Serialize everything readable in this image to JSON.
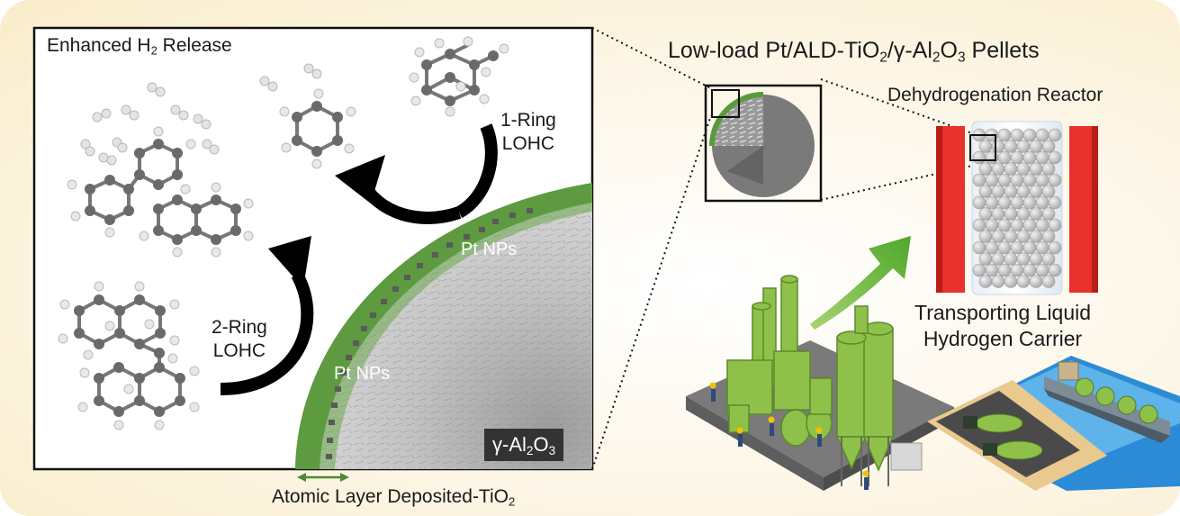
{
  "labels": {
    "enhanced_release": "Enhanced H",
    "enhanced_release_sub": "2",
    "enhanced_release_tail": " Release",
    "ring1_line1": "1-Ring",
    "ring1_line2": "LOHC",
    "ring2_line1": "2-Ring",
    "ring2_line2": "LOHC",
    "pt_nps_top": "Pt NPs",
    "pt_nps_bottom": "Pt NPs",
    "alumina_main": "γ-Al",
    "alumina_sub1": "2",
    "alumina_mid": "O",
    "alumina_sub2": "3",
    "ald_main": "Atomic Layer Deposited-TiO",
    "ald_sub": "2",
    "pellets_a": "Low-load Pt/ALD-TiO",
    "pellets_s1": "2",
    "pellets_b": "/γ-Al",
    "pellets_s2": "2",
    "pellets_c": "O",
    "pellets_s3": "3",
    "pellets_d": " Pellets",
    "reactor": "Dehydrogenation Reactor",
    "transport_line1": "Transporting Liquid",
    "transport_line2": "Hydrogen Carrier"
  },
  "colors": {
    "ald_green": "#5a8a3a",
    "alumina_gray": "#b9b9b9",
    "reactor_red": "#e8322b",
    "arrow_green": "#6db33f",
    "plant_green": "#8fc04a",
    "atom_carbon": "#6a6a6a",
    "atom_hydrogen": "#e6e6e6"
  }
}
